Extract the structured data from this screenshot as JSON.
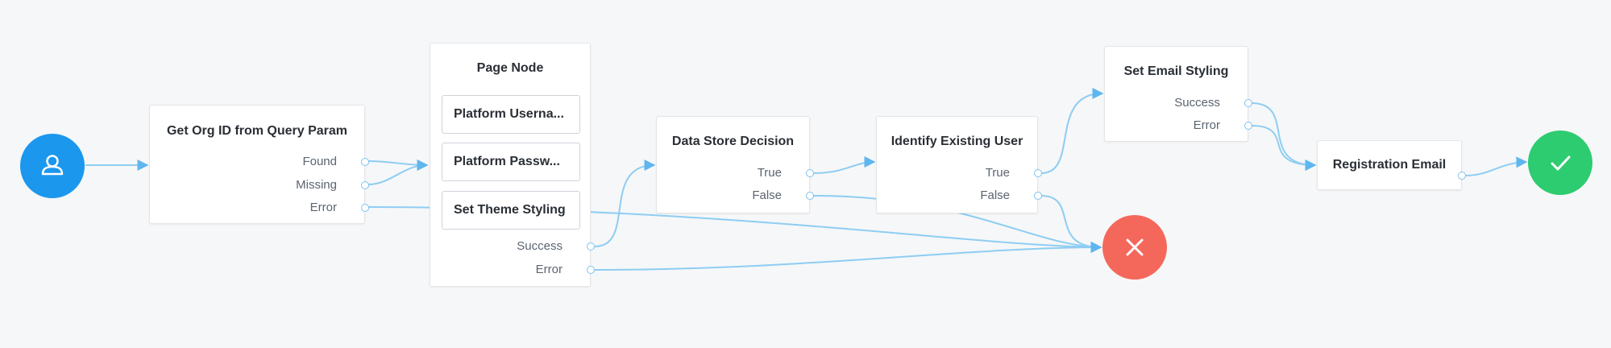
{
  "nodes": {
    "get_org": {
      "title": "Get Org ID from Query Param",
      "outcomes": [
        "Found",
        "Missing",
        "Error"
      ]
    },
    "page_node": {
      "title": "Page Node",
      "children": [
        "Platform Userna...",
        "Platform Passw...",
        "Set Theme Styling"
      ],
      "outcomes": [
        "Success",
        "Error"
      ]
    },
    "data_store": {
      "title": "Data Store Decision",
      "outcomes": [
        "True",
        "False"
      ]
    },
    "identify_user": {
      "title": "Identify Existing User",
      "outcomes": [
        "True",
        "False"
      ]
    },
    "set_email": {
      "title": "Set Email Styling",
      "outcomes": [
        "Success",
        "Error"
      ]
    },
    "registration_email": {
      "title": "Registration Email"
    }
  },
  "colors": {
    "start": "#1b97ee",
    "failure": "#f4685b",
    "success": "#2ecc71",
    "wire": "#8ecdf3"
  },
  "icons": {
    "start": "user-icon",
    "failure": "close-icon",
    "success": "check-icon"
  }
}
